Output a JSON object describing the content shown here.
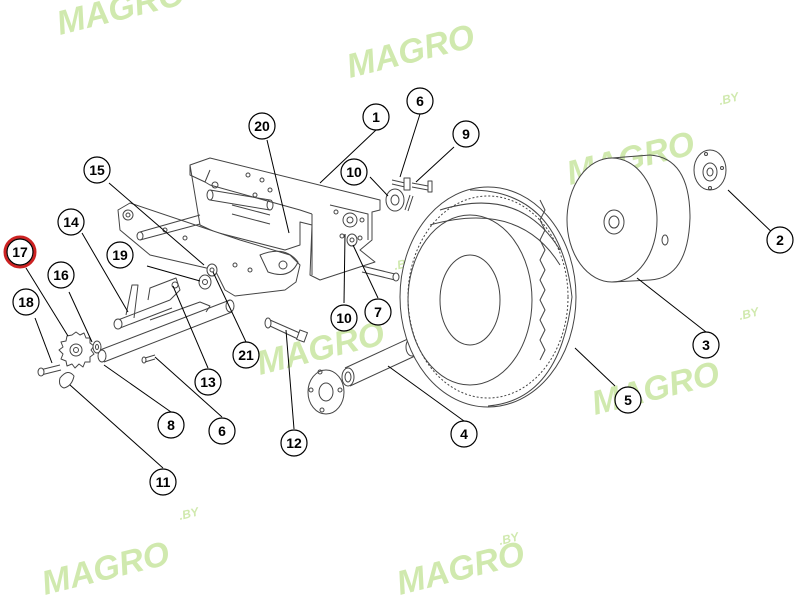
{
  "watermark": {
    "text": "MAGRO",
    "suffix": ".BY",
    "color": "#c8e6a0"
  },
  "selected_part": "17",
  "colors": {
    "line": "#444444",
    "callout_stroke": "#000000",
    "highlight": "#cc2222"
  },
  "callouts": [
    {
      "id": "p1",
      "label": "1"
    },
    {
      "id": "p2",
      "label": "2"
    },
    {
      "id": "p3",
      "label": "3"
    },
    {
      "id": "p4",
      "label": "4"
    },
    {
      "id": "p5",
      "label": "5"
    },
    {
      "id": "p6a",
      "label": "6"
    },
    {
      "id": "p6b",
      "label": "6"
    },
    {
      "id": "p7",
      "label": "7"
    },
    {
      "id": "p8",
      "label": "8"
    },
    {
      "id": "p9",
      "label": "9"
    },
    {
      "id": "p10a",
      "label": "10"
    },
    {
      "id": "p10b",
      "label": "10"
    },
    {
      "id": "p11",
      "label": "11"
    },
    {
      "id": "p12",
      "label": "12"
    },
    {
      "id": "p13",
      "label": "13"
    },
    {
      "id": "p14",
      "label": "14"
    },
    {
      "id": "p15",
      "label": "15"
    },
    {
      "id": "p16",
      "label": "16"
    },
    {
      "id": "p17",
      "label": "17"
    },
    {
      "id": "p18",
      "label": "18"
    },
    {
      "id": "p19",
      "label": "19"
    },
    {
      "id": "p20",
      "label": "20"
    },
    {
      "id": "p21",
      "label": "21"
    }
  ]
}
